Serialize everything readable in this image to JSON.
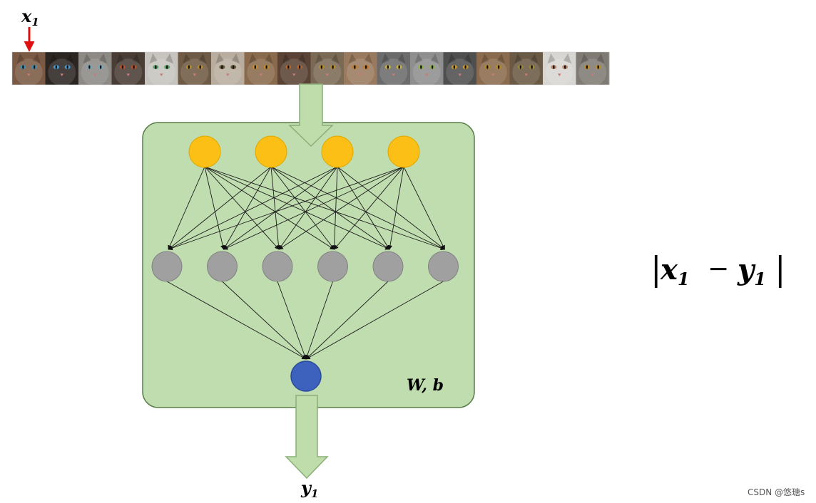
{
  "labels": {
    "input_label": "x",
    "input_sub": "1",
    "output_label": "y",
    "output_sub": "1",
    "params_label": "W, b",
    "loss_bar_left": "|",
    "loss_x": "x",
    "loss_x_sub": "1",
    "loss_minus": "−",
    "loss_y": "y",
    "loss_y_sub": "1",
    "loss_bar_right": "|",
    "watermark": "CSDN @悠瑭s"
  },
  "cat_strip": {
    "count": 18,
    "tones": [
      "#7a5a44",
      "#2c2623",
      "#8d8a86",
      "#4a3d36",
      "#c7c4bf",
      "#6f5a45",
      "#b9ad9f",
      "#8a6a4c",
      "#5a4335",
      "#7a6a55",
      "#9a7a5f",
      "#6b6b6b",
      "#8f8f8f",
      "#4f4f4f",
      "#8b6b4e",
      "#6a5a45",
      "#d8d6d2",
      "#7f7a74"
    ],
    "eye_colors": [
      "#3f8fb0",
      "#4a9acf",
      "#7aa6b8",
      "#b5502b",
      "#5aa06a",
      "#b58a2b",
      "#6a5a3a",
      "#c28a2a",
      "#b5652a",
      "#b58a2b",
      "#c07a2a",
      "#c8b040",
      "#8fb04a",
      "#c89a2a",
      "#b58a2b",
      "#9a8a3a",
      "#c08a6a",
      "#c08a2a"
    ]
  },
  "network": {
    "input_layer_size": 4,
    "hidden_layer_size": 6,
    "output_layer_size": 1
  },
  "colors": {
    "panel_fill": "#c0ddb0",
    "panel_stroke": "#5a7f4a",
    "arrow_fill": "#bfddaa",
    "arrow_stroke": "#8aaf78",
    "input_node": "#fbbf16",
    "hidden_node": "#a0a0a0",
    "output_node": "#3c62be",
    "edge": "#1a1a1a",
    "pointer": "#e01010"
  }
}
